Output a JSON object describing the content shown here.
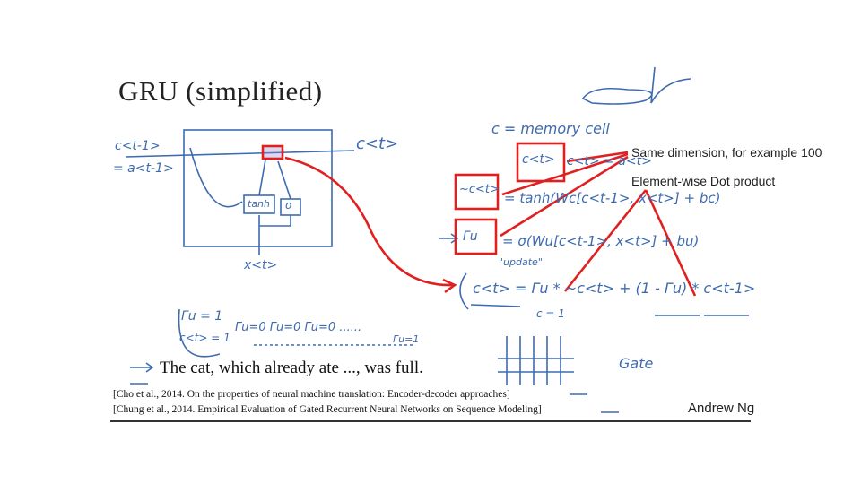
{
  "slide": {
    "title": "GRU (simplified)",
    "sentence": "The cat, which already ate ..., was full.",
    "citations": [
      "[Cho et al., 2014. On the properties of neural machine translation: Encoder-decoder approaches]",
      "[Chung et al., 2014. Empirical Evaluation of Gated Recurrent Neural Networks on Sequence Modeling]"
    ],
    "author": "Andrew Ng"
  },
  "handwriting": {
    "memory_cell": "c = memory cell",
    "c_prev": "c<t-1>",
    "a_prev": "= a<t-1>",
    "c_t": "c<t>",
    "x_t": "x<t>",
    "tanh": "tanh",
    "sigma": "σ",
    "ct_box": "c<t>",
    "ct_tilde_box": "~c<t>",
    "gamma_box": "Γu",
    "eq1": "c<t> = a<t>",
    "eq2": "= tanh(Wc[c<t-1>, x<t>] + bc)",
    "eq3": "= σ(Wu[c<t-1>, x<t>] + bu)",
    "update": "\"update\"",
    "eq4": "c<t> = Γu * ~c<t> + (1 - Γu) * c<t-1>",
    "c_eq_1": "c = 1",
    "gamma_1": "Γu = 1",
    "c_1": "c<t> = 1",
    "gamma_zero": "Γu=0  Γu=0  Γu=0 ......",
    "gamma_bottom_1": "Γu=1",
    "gate": "Gate"
  },
  "notes": {
    "same_dim": "Same dimension, for example 100",
    "elementwise": "Element-wise Dot product"
  },
  "colors": {
    "ink": "#3e6bb0",
    "highlight": "#e02020",
    "text": "#222222"
  }
}
